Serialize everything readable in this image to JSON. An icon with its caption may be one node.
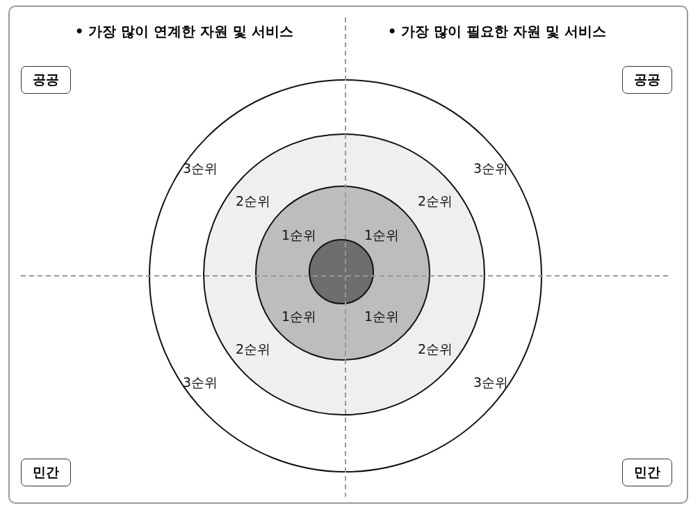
{
  "diagram": {
    "nodes": [
      {
        "text": [
          "공공"
        ]
      },
      {
        "text": [
          "공공"
        ]
      },
      {
        "text": [
          "3순위",
          "3순위",
          "3순위",
          "3순위"
        ]
      },
      {
        "text": [
          "2순위",
          "2순위",
          "2순위",
          "2순위"
        ],
        "in": 2
      },
      {
        "text": [
          "1순위",
          "1순위",
          "1순위",
          "1순위"
        ],
        "in": 3
      },
      {
        "text": [],
        "shape": "circle",
        "in": 4
      },
      {
        "text": [
          "민간"
        ]
      },
      {
        "text": [
          "민간"
        ]
      }
    ],
    "labels": [
      "• 가장 많이 연계한 자원 및 서비스",
      "• 가장 많이 필요한 자원 및 서비스"
    ]
  }
}
